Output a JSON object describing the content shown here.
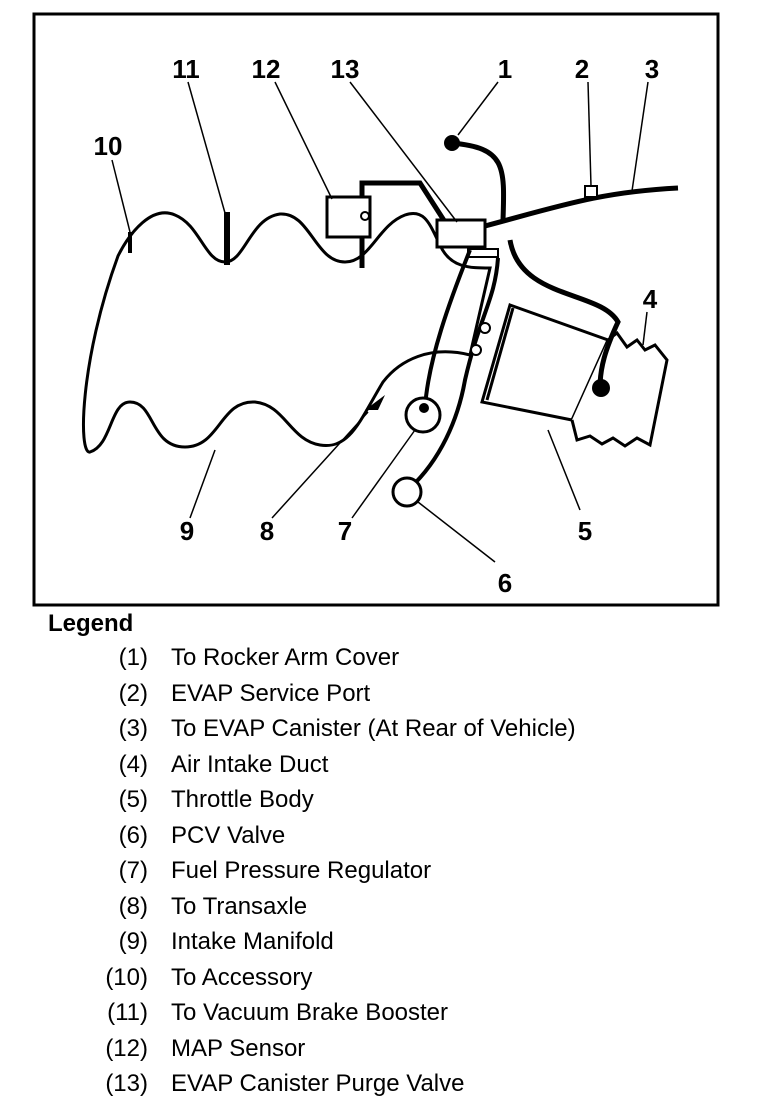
{
  "callouts": [
    "1",
    "2",
    "3",
    "4",
    "5",
    "6",
    "7",
    "8",
    "9",
    "10",
    "11",
    "12",
    "13"
  ],
  "legend": {
    "title": "Legend",
    "items": [
      {
        "num": "(1)",
        "text": "To Rocker Arm Cover"
      },
      {
        "num": "(2)",
        "text": "EVAP Service Port"
      },
      {
        "num": "(3)",
        "text": "To EVAP Canister (At Rear of Vehicle)"
      },
      {
        "num": "(4)",
        "text": "Air Intake Duct"
      },
      {
        "num": "(5)",
        "text": "Throttle Body"
      },
      {
        "num": "(6)",
        "text": "PCV Valve"
      },
      {
        "num": "(7)",
        "text": "Fuel Pressure Regulator"
      },
      {
        "num": "(8)",
        "text": "To Transaxle"
      },
      {
        "num": "(9)",
        "text": "Intake Manifold"
      },
      {
        "num": "(10)",
        "text": "To Accessory"
      },
      {
        "num": "(11)",
        "text": "To Vacuum Brake Booster"
      },
      {
        "num": "(12)",
        "text": "MAP Sensor"
      },
      {
        "num": "(13)",
        "text": "EVAP Canister Purge Valve"
      }
    ]
  }
}
